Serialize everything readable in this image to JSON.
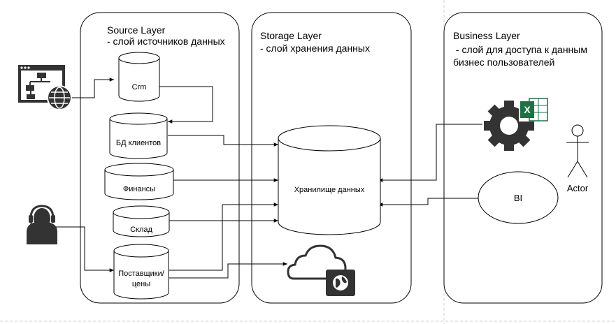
{
  "lanes": {
    "source": {
      "title": "Source Layer",
      "subtitle": "- слой источников данных"
    },
    "storage": {
      "title": "Storage Layer",
      "subtitle": "- слой хранения данных"
    },
    "business": {
      "title": "Business Layer",
      "subtitle": " - слой для доступа к данным",
      "subtitle2": "бизнес пользователей"
    }
  },
  "nodes": {
    "crm": "Crm",
    "clients_db": "БД клиентов",
    "finance": "Финансы",
    "warehouse": "Склад",
    "suppliers_line1": "Поставщики/",
    "suppliers_line2": "цены",
    "dwh": "Хранилище данных",
    "bi": "BI",
    "actor": "Actor"
  },
  "icons": {
    "web_app": "website-sitemap-globe-icon",
    "operator": "headset-operator-icon",
    "excel": "excel-gear-icon",
    "cloud": "cloud-web-service-icon",
    "actor": "stick-figure-actor-icon"
  },
  "colors": {
    "stroke": "#000000",
    "icon_dark": "#333333",
    "excel_green": "#1e7145",
    "page": "#ffffff"
  }
}
